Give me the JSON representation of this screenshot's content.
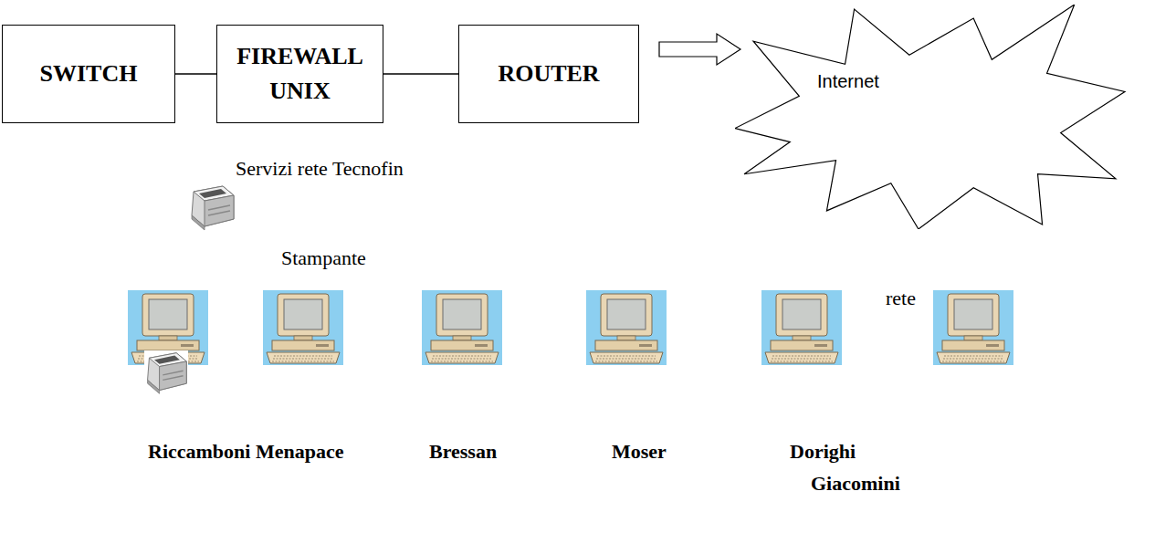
{
  "diagram": {
    "nodes": [
      {
        "text": [
          "SWITCH"
        ]
      },
      {
        "text": [
          "FIREWALL UNIX"
        ]
      },
      {
        "text": [
          "ROUTER"
        ]
      },
      {
        "text": [
          "Internet"
        ]
      }
    ],
    "edges": [
      {
        "from": 0,
        "to": 1,
        "arrow": "none"
      },
      {
        "from": 1,
        "to": 2,
        "arrow": "none"
      },
      {
        "from": 2,
        "to": 3,
        "arrow": "to"
      }
    ],
    "labels": [
      "Servizi rete Tecnofin",
      "Stampante",
      "rete",
      "Riccamboni",
      "Menapace",
      "Bressan",
      "Moser",
      "Dorighi",
      "Giacomini"
    ]
  }
}
